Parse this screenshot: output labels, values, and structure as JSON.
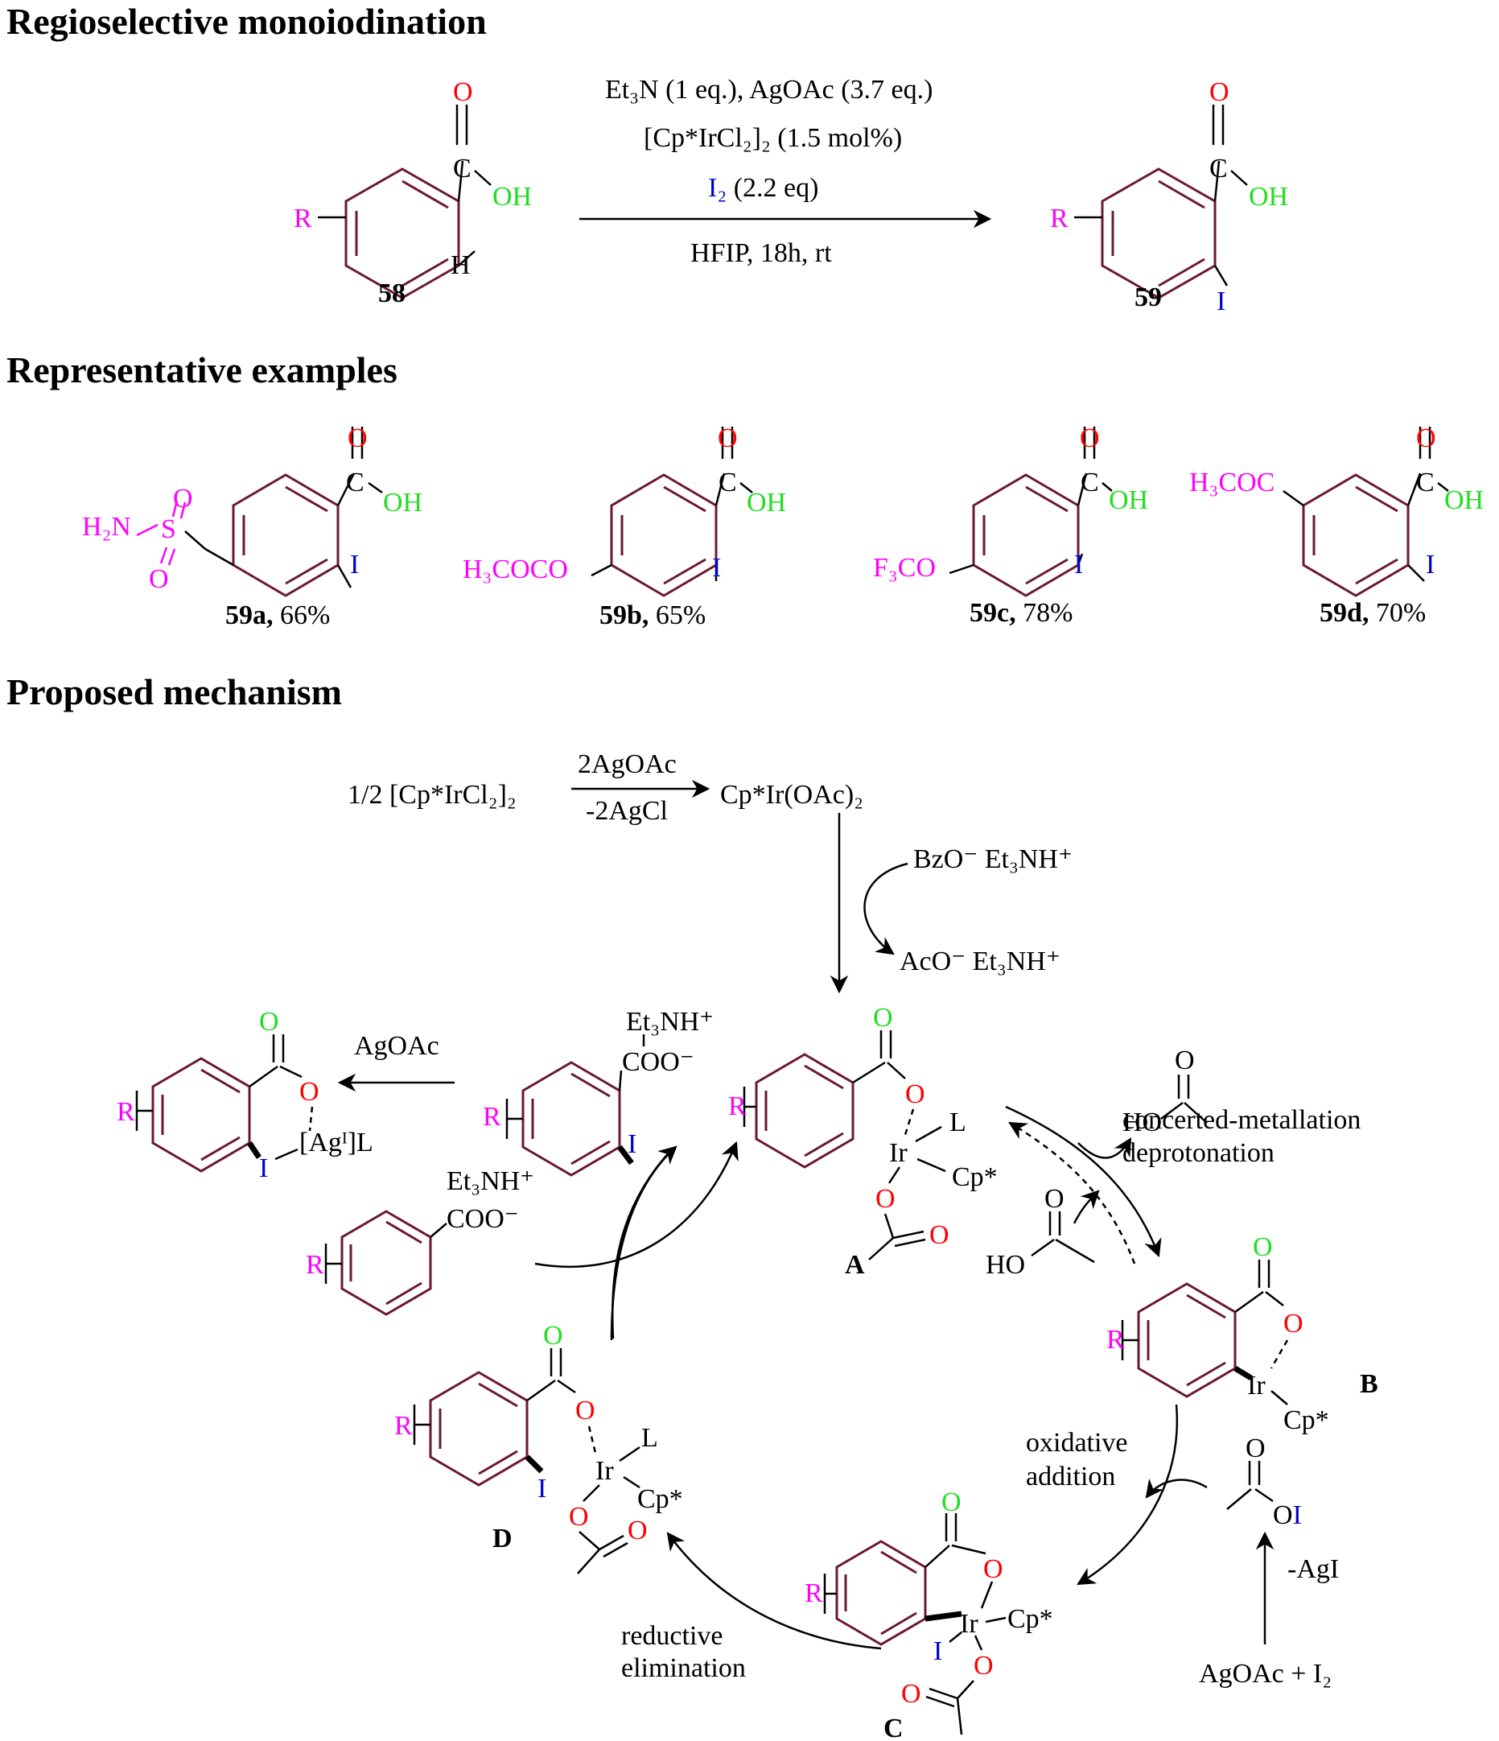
{
  "colors": {
    "oxygen": "#ff0000",
    "hydroxyl": "#22dd22",
    "substituent": "#ff00ff",
    "iodine": "#0000cc",
    "ring": "#6b1a2e"
  },
  "sections": {
    "title1": "Regioselective monoiodination",
    "title2": "Representative examples",
    "title3": "Proposed mechanism"
  },
  "reaction": {
    "cond1": "Et₃N (1 eq.), AgOAc (3.7 eq.)",
    "cond2": "[Cp*IrCl₂]₂ (1.5 mol%)",
    "cond3_I": "I₂",
    "cond3_rest": " (2.2 eq)",
    "cond4": "HFIP, 18h, rt",
    "sm_label": "58",
    "prod_label": "59"
  },
  "atoms": {
    "O": "O",
    "OH": "OH",
    "H": "H",
    "I": "I",
    "R": "R",
    "C": "C",
    "S": "S",
    "L": "L",
    "Ir": "Ir",
    "Cp": "Cp*",
    "HO": "HO",
    "OI": "OI"
  },
  "examples": [
    {
      "id": "59a",
      "yield": " 66%",
      "sub1": "H₂N",
      "sub2": "S"
    },
    {
      "id": "59b",
      "yield": " 65%",
      "sub": "H₃COCO"
    },
    {
      "id": "59c",
      "yield": " 78%",
      "sub": "F₃CO"
    },
    {
      "id": "59d",
      "yield": " 70%",
      "sub": "H₃COC"
    }
  ],
  "mechanism": {
    "precat": "1/2 [Cp*IrCl₂]₂",
    "act_top": "2AgOAc",
    "act_bot": "-2AgCl",
    "active": "Cp*Ir(OAc)₂",
    "bzo": "BzO⁻ Et₃NH⁺",
    "aco": "AcO⁻ Et₃NH⁺",
    "et3nh": "Et₃NH⁺",
    "coo": "COO⁻",
    "agoac": "AgOAc",
    "ag_complex": "[Agᴵ]L",
    "cmd1": "concerted-metallation",
    "cmd2": "deprotonation",
    "ox1": "oxidative",
    "ox2": "addition",
    "red1": "reductive",
    "red2": "elimination",
    "agi": "-AgI",
    "agoac_i2": "AgOAc + I₂",
    "A": "A",
    "B": "B",
    "C": "C",
    "D": "D"
  }
}
